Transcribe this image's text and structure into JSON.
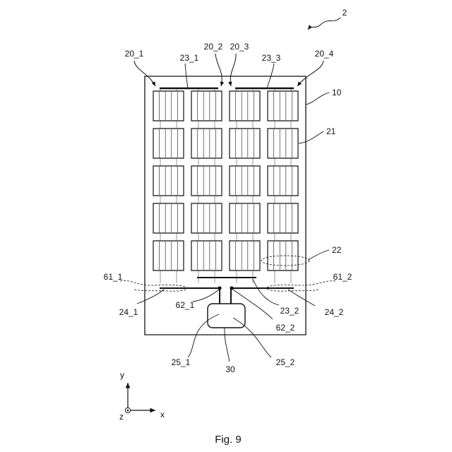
{
  "figure": {
    "caption": "Fig. 9",
    "assembly_ref": "2"
  },
  "labels": {
    "board": "10",
    "panel": "21",
    "loop_region": "22",
    "column_1": "20_1",
    "column_2": "20_2",
    "column_3": "20_3",
    "column_4": "20_4",
    "top_bus_1": "23_1",
    "top_bus_3": "23_3",
    "bottom_bus_2": "23_2",
    "loop_1": "61_1",
    "loop_2": "61_2",
    "terminal_1": "24_1",
    "terminal_2": "24_2",
    "node_1": "62_1",
    "node_2": "62_2",
    "cable_1": "25_1",
    "cable_2": "25_2",
    "box": "30"
  },
  "axes": {
    "y": "y",
    "x": "x",
    "z": "z"
  },
  "grid": {
    "columns": 4,
    "rows": 5,
    "stripes_per_panel": 4
  }
}
